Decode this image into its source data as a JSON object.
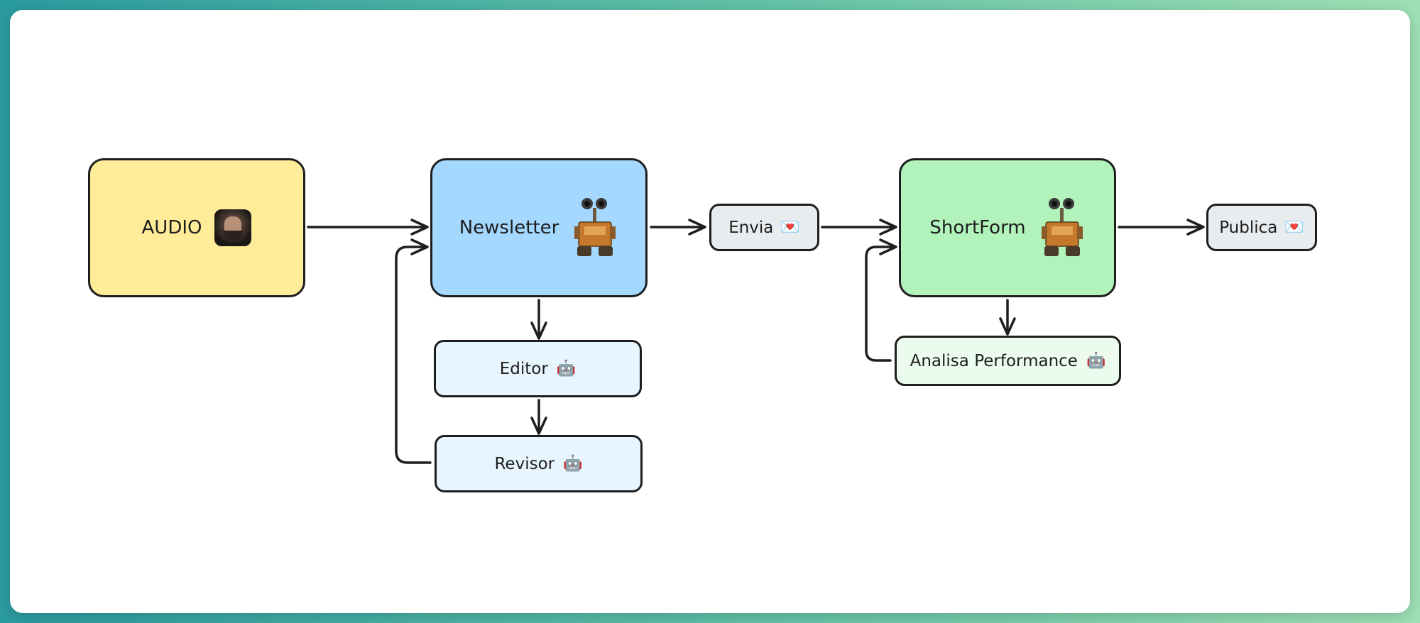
{
  "nodes": {
    "audio": {
      "label": "AUDIO"
    },
    "newsletter": {
      "label": "Newsletter"
    },
    "envia": {
      "label": "Envia",
      "icon": "envelope-heart-icon"
    },
    "shortform": {
      "label": "ShortForm"
    },
    "publica": {
      "label": "Publica",
      "icon": "envelope-heart-icon"
    },
    "editor": {
      "label": "Editor",
      "icon": "robot-face-icon"
    },
    "revisor": {
      "label": "Revisor",
      "icon": "robot-face-icon"
    },
    "analisa": {
      "label": "Analisa Performance",
      "icon": "robot-face-icon"
    }
  },
  "colors": {
    "audio": "#ffec99",
    "newsletter": "#a5d8ff",
    "shortform": "#b2f2bb",
    "neutral": "#e9ecef",
    "light_blue": "#e7f5ff",
    "light_green": "#ebfbee",
    "stroke": "#1e1e1e"
  },
  "glyphs": {
    "envelope": "💌",
    "robot": "🤖"
  }
}
